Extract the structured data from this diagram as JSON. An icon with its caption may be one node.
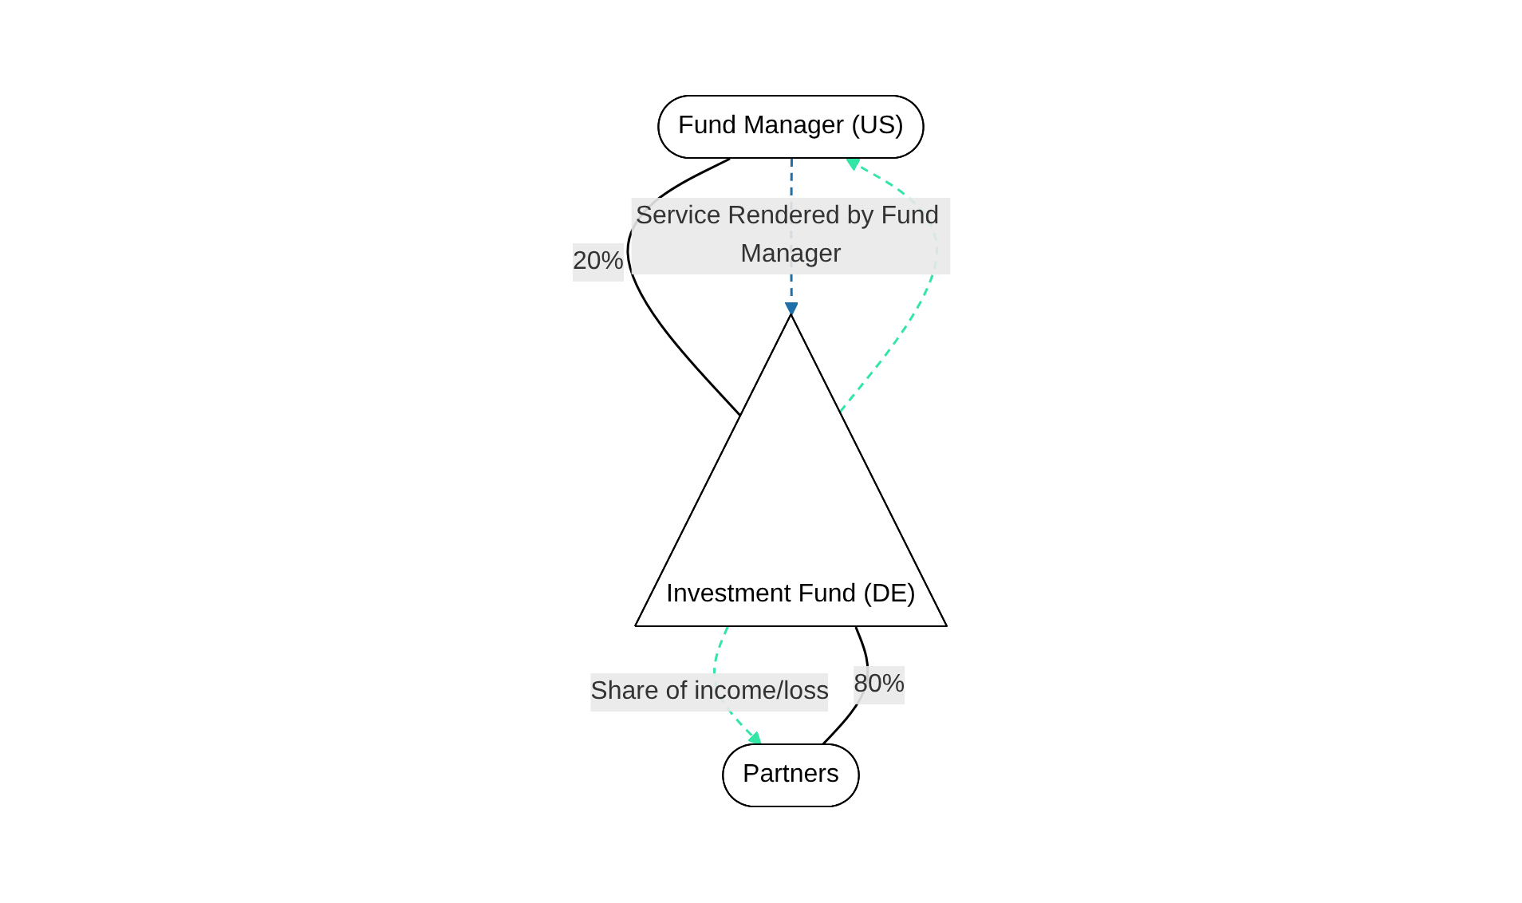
{
  "diagram": {
    "nodes": [
      {
        "text": [
          "Fund Manager (US)"
        ]
      },
      {
        "text": [
          "Partners"
        ]
      },
      {
        "text": [
          "Investment Fund (DE)"
        ]
      }
    ],
    "edges": [
      {
        "from": 0,
        "to": 2,
        "arrow": "none",
        "label": "20%"
      },
      {
        "from": 1,
        "to": 2,
        "arrow": "none",
        "label": "80%"
      },
      {
        "from": 0,
        "to": 2,
        "arrow": "to",
        "label": "Service Rendered by Fund Manager",
        "style": "dashed",
        "color": "#1f6fa8"
      },
      {
        "from": 2,
        "to": 0,
        "arrow": "to",
        "style": "dashed",
        "color": "#33e6a6"
      },
      {
        "from": 2,
        "to": 1,
        "arrow": "to",
        "label": "Share of income/loss",
        "style": "dashed",
        "color": "#33e6a6"
      }
    ]
  }
}
